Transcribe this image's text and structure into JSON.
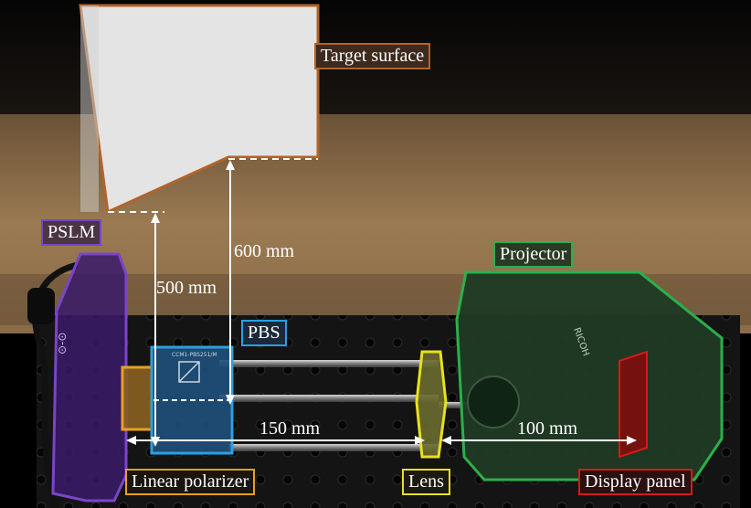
{
  "labels": {
    "target_surface": "Target surface",
    "pslm": "PSLM",
    "projector": "Projector",
    "pbs": "PBS",
    "linear_polarizer": "Linear polarizer",
    "lens": "Lens",
    "display_panel": "Display panel"
  },
  "dimensions": {
    "d500": "500 mm",
    "d600": "600 mm",
    "d150": "150 mm",
    "d100": "100 mm"
  },
  "device_text": {
    "pbs_part": "CCM1-PBS251/M",
    "projector_brand": "RICOH"
  },
  "colors": {
    "target_surface": "#b0642c",
    "pslm": "#7a45c8",
    "projector": "#2bb04a",
    "pbs": "#2aa0e0",
    "linear_polarizer": "#e8a020",
    "lens": "#e8e020",
    "display_panel": "#d41a1a"
  }
}
